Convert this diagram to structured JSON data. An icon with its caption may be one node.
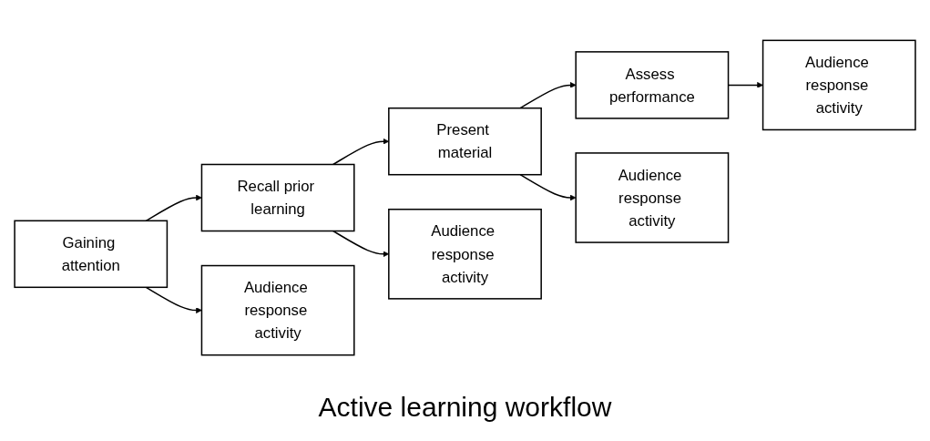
{
  "diagram": {
    "caption": "Active learning workflow",
    "nodes": [
      {
        "text": [
          "Gaining attention"
        ]
      },
      {
        "text": [
          "Recall prior learning"
        ]
      },
      {
        "text": [
          "Present material"
        ]
      },
      {
        "text": [
          "Assess performance"
        ]
      },
      {
        "text": [
          "Audience response activity"
        ]
      },
      {
        "text": [
          "Audience response activity"
        ]
      },
      {
        "text": [
          "Audience response activity"
        ]
      },
      {
        "text": [
          "Audience response activity"
        ]
      }
    ],
    "edges": [
      {
        "from": 0,
        "to": 1,
        "arrow": "to"
      },
      {
        "from": 1,
        "to": 2,
        "arrow": "to"
      },
      {
        "from": 2,
        "to": 3,
        "arrow": "to"
      },
      {
        "from": 0,
        "to": 4,
        "arrow": "to"
      },
      {
        "from": 1,
        "to": 5,
        "arrow": "to"
      },
      {
        "from": 2,
        "to": 6,
        "arrow": "to"
      },
      {
        "from": 3,
        "to": 7,
        "arrow": "to"
      }
    ]
  }
}
